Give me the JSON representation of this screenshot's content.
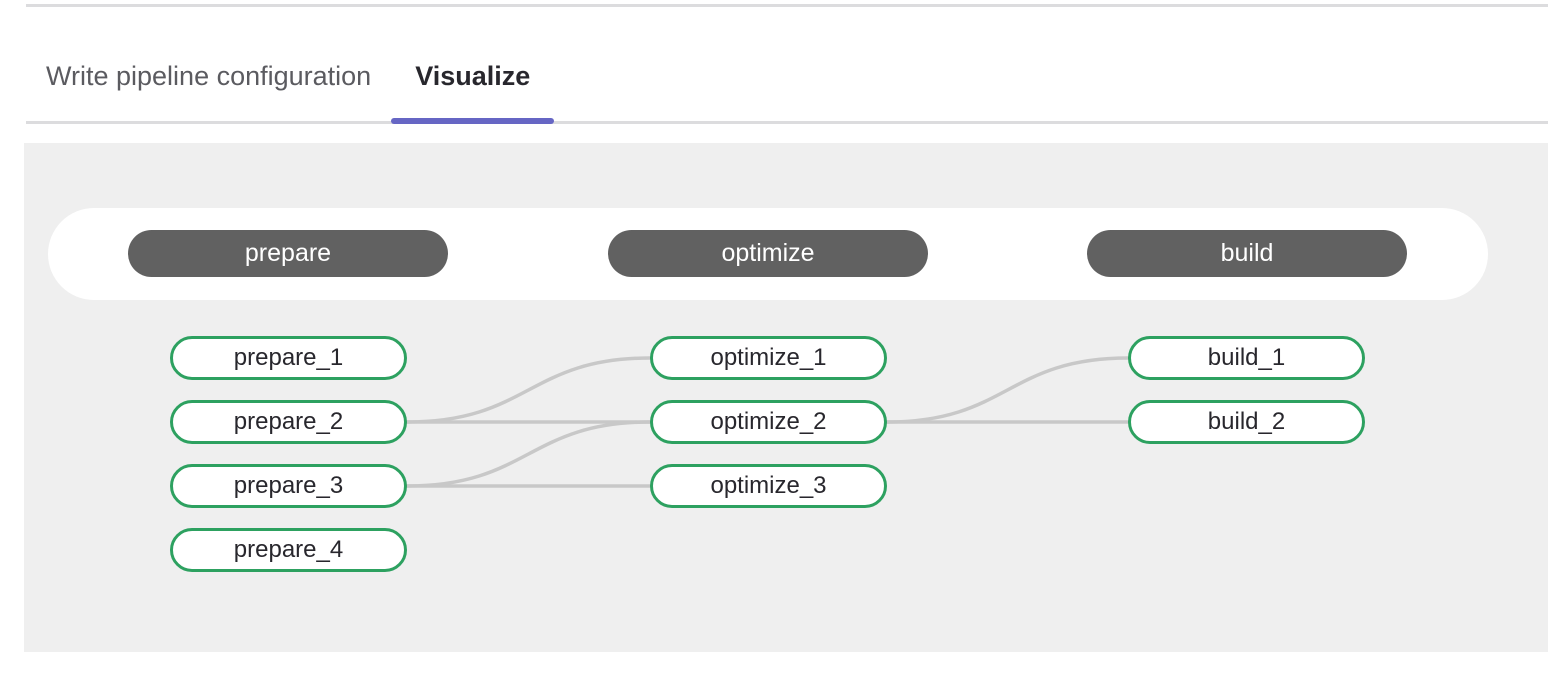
{
  "colors": {
    "accent": "#6666c4",
    "green": "#2da160",
    "stage": "#616161",
    "panel": "#efefef",
    "rule": "#dcdcde",
    "edge": "#c8c8c8",
    "tab-inactive": "#5b5b60",
    "tab-active": "#28272d",
    "job-text": "#28272d"
  },
  "tabs": [
    {
      "label": "Write pipeline configuration",
      "active": false
    },
    {
      "label": "Visualize",
      "active": true
    }
  ],
  "pipeline": {
    "stages": [
      {
        "name": "prepare",
        "jobs": [
          "prepare_1",
          "prepare_2",
          "prepare_3",
          "prepare_4"
        ]
      },
      {
        "name": "optimize",
        "jobs": [
          "optimize_1",
          "optimize_2",
          "optimize_3"
        ]
      },
      {
        "name": "build",
        "jobs": [
          "build_1",
          "build_2"
        ]
      }
    ],
    "edges": [
      {
        "from": "prepare_2",
        "to": "optimize_1"
      },
      {
        "from": "prepare_2",
        "to": "optimize_2"
      },
      {
        "from": "prepare_3",
        "to": "optimize_2"
      },
      {
        "from": "prepare_3",
        "to": "optimize_3"
      },
      {
        "from": "optimize_2",
        "to": "build_1"
      },
      {
        "from": "optimize_2",
        "to": "build_2"
      }
    ]
  }
}
